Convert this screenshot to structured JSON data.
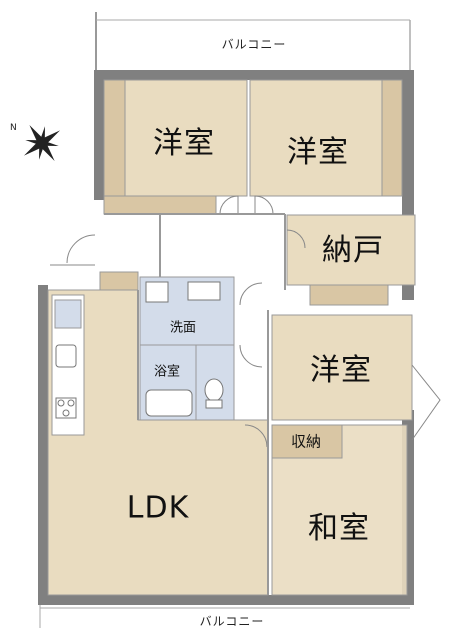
{
  "balcony_top": "バルコニー",
  "balcony_bottom": "バルコニー",
  "compass": {
    "label": "N"
  },
  "rooms": {
    "western1": "洋室",
    "western2": "洋室",
    "storage": "納戸",
    "western3": "洋室",
    "closet": "収納",
    "washroom": "洗面",
    "bathroom": "浴室",
    "ldk": "LDK",
    "japanese": "和室"
  },
  "colors": {
    "floor": "#e9dcc0",
    "closet": "#d9c6a4",
    "wet_area": "#d3dcea",
    "wall": "#808080"
  }
}
